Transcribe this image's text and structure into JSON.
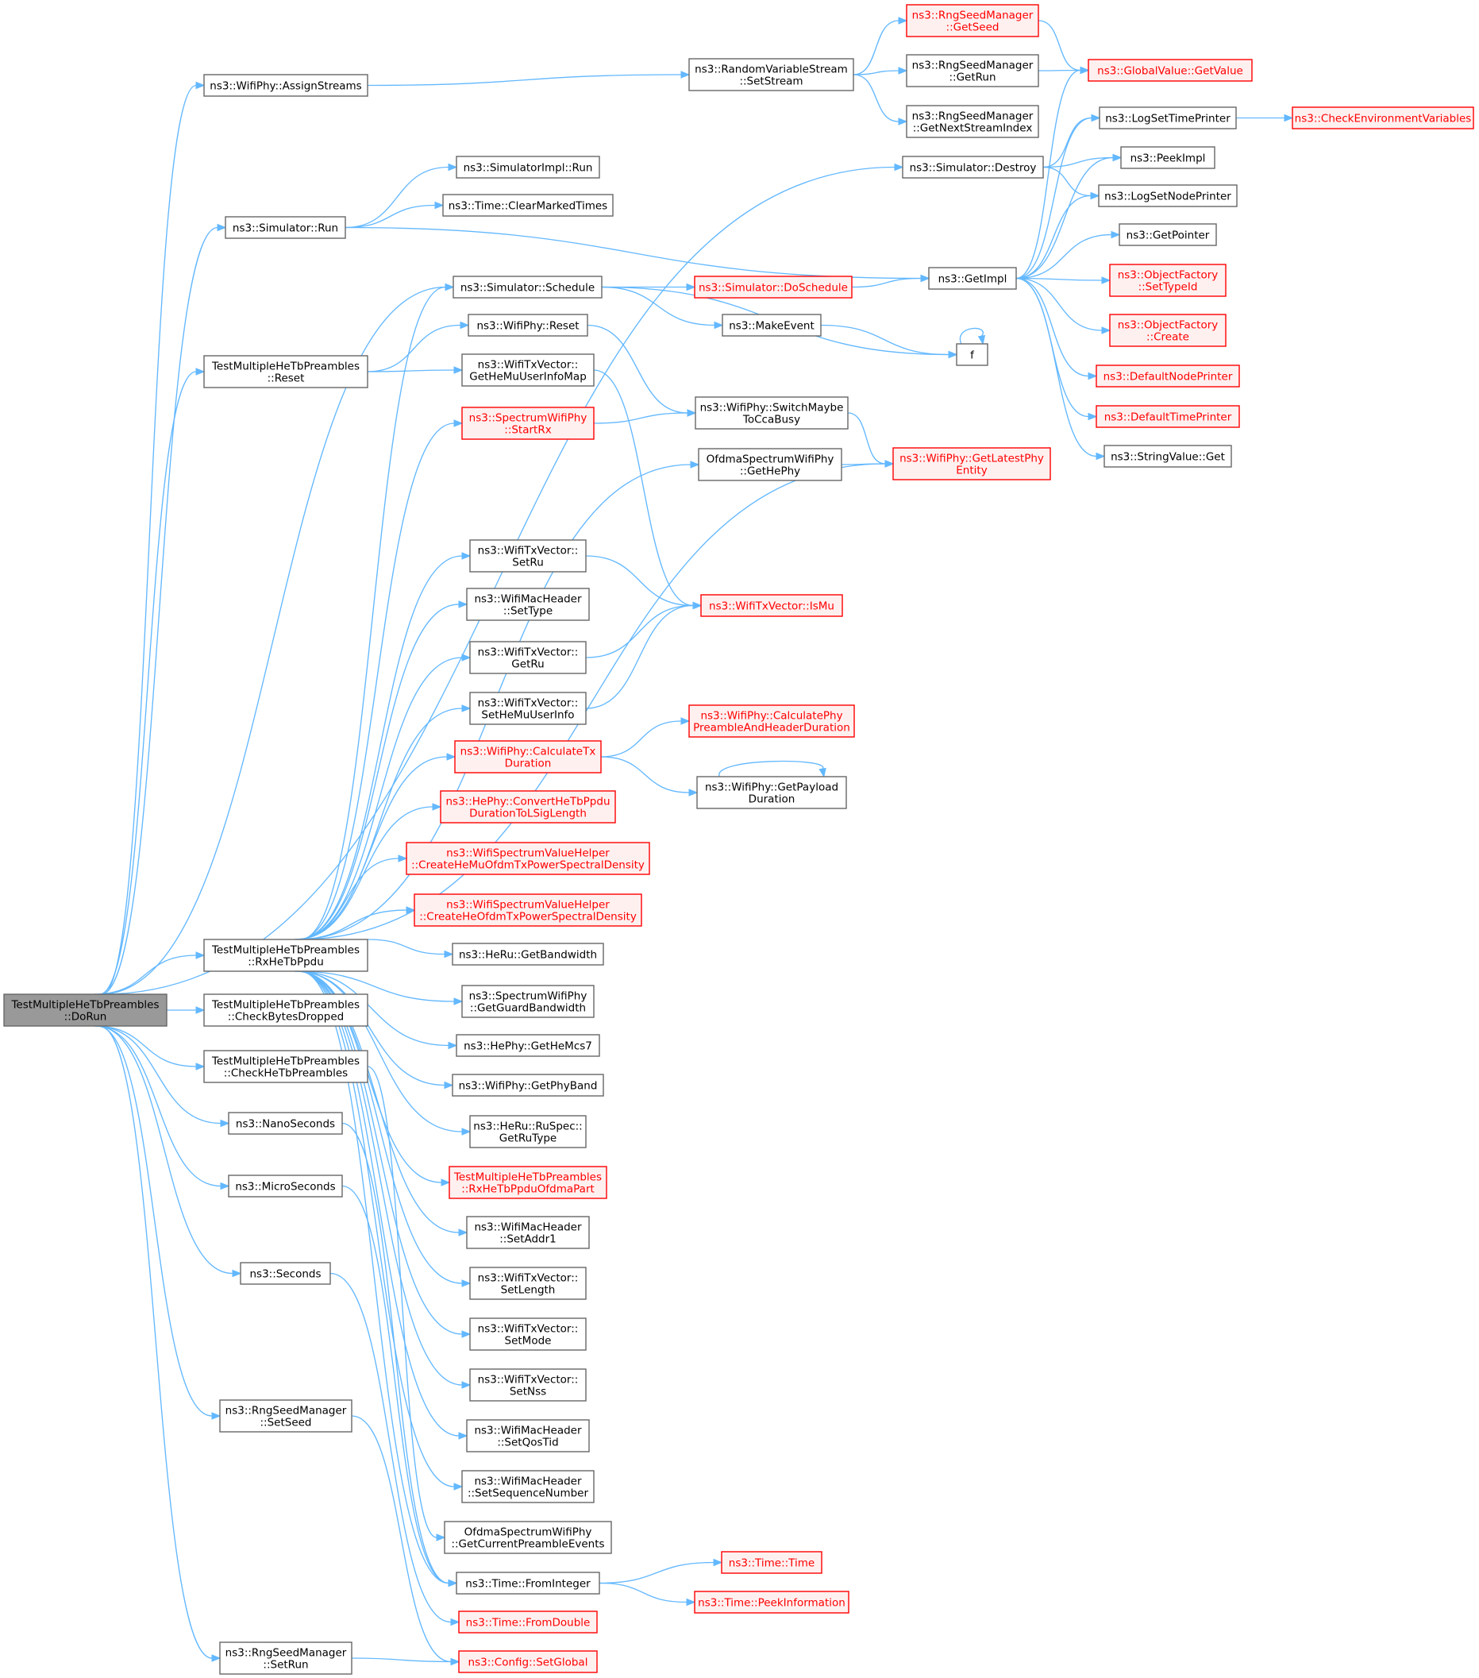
{
  "nodes": [
    {
      "id": "root",
      "lines": [
        "TestMultipleHeTbPreambles",
        "::DoRun"
      ],
      "style": "root"
    },
    {
      "id": "assignStreams",
      "lines": [
        "ns3::WifiPhy::AssignStreams"
      ],
      "style": "plain"
    },
    {
      "id": "simRun",
      "lines": [
        "ns3::Simulator::Run"
      ],
      "style": "plain"
    },
    {
      "id": "tmReset",
      "lines": [
        "TestMultipleHeTbPreambles",
        "::Reset"
      ],
      "style": "plain"
    },
    {
      "id": "rxHeTbPpdu",
      "lines": [
        "TestMultipleHeTbPreambles",
        "::RxHeTbPpdu"
      ],
      "style": "plain"
    },
    {
      "id": "checkBytesDropped",
      "lines": [
        "TestMultipleHeTbPreambles",
        "::CheckBytesDropped"
      ],
      "style": "plain"
    },
    {
      "id": "checkHeTbPreambles",
      "lines": [
        "TestMultipleHeTbPreambles",
        "::CheckHeTbPreambles"
      ],
      "style": "plain"
    },
    {
      "id": "nanoSeconds",
      "lines": [
        "ns3::NanoSeconds"
      ],
      "style": "plain"
    },
    {
      "id": "microSeconds",
      "lines": [
        "ns3::MicroSeconds"
      ],
      "style": "plain"
    },
    {
      "id": "seconds",
      "lines": [
        "ns3::Seconds"
      ],
      "style": "plain"
    },
    {
      "id": "rngSetSeed",
      "lines": [
        "ns3::RngSeedManager",
        "::SetSeed"
      ],
      "style": "plain"
    },
    {
      "id": "rngSetRun",
      "lines": [
        "ns3::RngSeedManager",
        "::SetRun"
      ],
      "style": "plain"
    },
    {
      "id": "simImplRun",
      "lines": [
        "ns3::SimulatorImpl::Run"
      ],
      "style": "plain"
    },
    {
      "id": "clearMarkedTimes",
      "lines": [
        "ns3::Time::ClearMarkedTimes"
      ],
      "style": "plain"
    },
    {
      "id": "schedule",
      "lines": [
        "ns3::Simulator::Schedule"
      ],
      "style": "plain"
    },
    {
      "id": "wifiPhyReset",
      "lines": [
        "ns3::WifiPhy::Reset"
      ],
      "style": "plain"
    },
    {
      "id": "getHeMuUserInfoMap",
      "lines": [
        "ns3::WifiTxVector::",
        "GetHeMuUserInfoMap"
      ],
      "style": "plain"
    },
    {
      "id": "startRx",
      "lines": [
        "ns3::SpectrumWifiPhy",
        "::StartRx"
      ],
      "style": "trunc"
    },
    {
      "id": "ofdmaGetHePhy",
      "lines": [
        "OfdmaSpectrumWifiPhy",
        "::GetHePhy"
      ],
      "style": "plain"
    },
    {
      "id": "setRu",
      "lines": [
        "ns3::WifiTxVector::",
        "SetRu"
      ],
      "style": "plain"
    },
    {
      "id": "setType",
      "lines": [
        "ns3::WifiMacHeader",
        "::SetType"
      ],
      "style": "plain"
    },
    {
      "id": "getRu",
      "lines": [
        "ns3::WifiTxVector::",
        "GetRu"
      ],
      "style": "plain"
    },
    {
      "id": "setHeMuUserInfo",
      "lines": [
        "ns3::WifiTxVector::",
        "SetHeMuUserInfo"
      ],
      "style": "plain"
    },
    {
      "id": "calcTxDuration",
      "lines": [
        "ns3::WifiPhy::CalculateTx",
        "Duration"
      ],
      "style": "trunc"
    },
    {
      "id": "convertHeTbPpdu",
      "lines": [
        "ns3::HePhy::ConvertHeTbPpdu",
        "DurationToLSigLength"
      ],
      "style": "trunc"
    },
    {
      "id": "createHeMuOfdm",
      "lines": [
        "ns3::WifiSpectrumValueHelper",
        "::CreateHeMuOfdmTxPowerSpectralDensity"
      ],
      "style": "trunc"
    },
    {
      "id": "createHeOfdm",
      "lines": [
        "ns3::WifiSpectrumValueHelper",
        "::CreateHeOfdmTxPowerSpectralDensity"
      ],
      "style": "trunc"
    },
    {
      "id": "heRuGetBandwidth",
      "lines": [
        "ns3::HeRu::GetBandwidth"
      ],
      "style": "plain"
    },
    {
      "id": "getGuardBandwidth",
      "lines": [
        "ns3::SpectrumWifiPhy",
        "::GetGuardBandwidth"
      ],
      "style": "plain"
    },
    {
      "id": "getHeMcs7",
      "lines": [
        "ns3::HePhy::GetHeMcs7"
      ],
      "style": "plain"
    },
    {
      "id": "getPhyBand",
      "lines": [
        "ns3::WifiPhy::GetPhyBand"
      ],
      "style": "plain"
    },
    {
      "id": "getRuType",
      "lines": [
        "ns3::HeRu::RuSpec::",
        "GetRuType"
      ],
      "style": "plain"
    },
    {
      "id": "rxOfdmaPart",
      "lines": [
        "TestMultipleHeTbPreambles",
        "::RxHeTbPpduOfdmaPart"
      ],
      "style": "trunc"
    },
    {
      "id": "setAddr1",
      "lines": [
        "ns3::WifiMacHeader",
        "::SetAddr1"
      ],
      "style": "plain"
    },
    {
      "id": "setLength",
      "lines": [
        "ns3::WifiTxVector::",
        "SetLength"
      ],
      "style": "plain"
    },
    {
      "id": "setMode",
      "lines": [
        "ns3::WifiTxVector::",
        "SetMode"
      ],
      "style": "plain"
    },
    {
      "id": "setNss",
      "lines": [
        "ns3::WifiTxVector::",
        "SetNss"
      ],
      "style": "plain"
    },
    {
      "id": "setQosTid",
      "lines": [
        "ns3::WifiMacHeader",
        "::SetQosTid"
      ],
      "style": "plain"
    },
    {
      "id": "setSeqNum",
      "lines": [
        "ns3::WifiMacHeader",
        "::SetSequenceNumber"
      ],
      "style": "plain"
    },
    {
      "id": "getPreambleEvents",
      "lines": [
        "OfdmaSpectrumWifiPhy",
        "::GetCurrentPreambleEvents"
      ],
      "style": "plain"
    },
    {
      "id": "fromInteger",
      "lines": [
        "ns3::Time::FromInteger"
      ],
      "style": "plain"
    },
    {
      "id": "fromDouble",
      "lines": [
        "ns3::Time::FromDouble"
      ],
      "style": "trunc"
    },
    {
      "id": "configSetGlobal",
      "lines": [
        "ns3::Config::SetGlobal"
      ],
      "style": "trunc"
    },
    {
      "id": "rvsSetStream",
      "lines": [
        "ns3::RandomVariableStream",
        "::SetStream"
      ],
      "style": "plain"
    },
    {
      "id": "simDestroy",
      "lines": [
        "ns3::Simulator::Destroy"
      ],
      "style": "plain"
    },
    {
      "id": "getImpl",
      "lines": [
        "ns3::GetImpl"
      ],
      "style": "plain"
    },
    {
      "id": "doSchedule",
      "lines": [
        "ns3::Simulator::DoSchedule"
      ],
      "style": "trunc"
    },
    {
      "id": "makeEvent",
      "lines": [
        "ns3::MakeEvent"
      ],
      "style": "plain"
    },
    {
      "id": "f",
      "lines": [
        "f"
      ],
      "style": "plain"
    },
    {
      "id": "switchMaybe",
      "lines": [
        "ns3::WifiPhy::SwitchMaybe",
        "ToCcaBusy"
      ],
      "style": "plain"
    },
    {
      "id": "getLatestPhyEntity",
      "lines": [
        "ns3::WifiPhy::GetLatestPhy",
        "Entity"
      ],
      "style": "trunc"
    },
    {
      "id": "isMu",
      "lines": [
        "ns3::WifiTxVector::IsMu"
      ],
      "style": "trunc"
    },
    {
      "id": "calcPhyPreamble",
      "lines": [
        "ns3::WifiPhy::CalculatePhy",
        "PreambleAndHeaderDuration"
      ],
      "style": "trunc"
    },
    {
      "id": "getPayloadDuration",
      "lines": [
        "ns3::WifiPhy::GetPayload",
        "Duration"
      ],
      "style": "plain"
    },
    {
      "id": "timeTime",
      "lines": [
        "ns3::Time::Time"
      ],
      "style": "trunc"
    },
    {
      "id": "peekInformation",
      "lines": [
        "ns3::Time::PeekInformation"
      ],
      "style": "trunc"
    },
    {
      "id": "rngGetSeed",
      "lines": [
        "ns3::RngSeedManager",
        "::GetSeed"
      ],
      "style": "trunc"
    },
    {
      "id": "rngGetRun",
      "lines": [
        "ns3::RngSeedManager",
        "::GetRun"
      ],
      "style": "plain"
    },
    {
      "id": "rngGetNextStreamIndex",
      "lines": [
        "ns3::RngSeedManager",
        "::GetNextStreamIndex"
      ],
      "style": "plain"
    },
    {
      "id": "globalValueGetValue",
      "lines": [
        "ns3::GlobalValue::GetValue"
      ],
      "style": "trunc"
    },
    {
      "id": "logSetTimePrinter",
      "lines": [
        "ns3::LogSetTimePrinter"
      ],
      "style": "plain"
    },
    {
      "id": "peekImpl",
      "lines": [
        "ns3::PeekImpl"
      ],
      "style": "plain"
    },
    {
      "id": "logSetNodePrinter",
      "lines": [
        "ns3::LogSetNodePrinter"
      ],
      "style": "plain"
    },
    {
      "id": "getPointer",
      "lines": [
        "ns3::GetPointer"
      ],
      "style": "plain"
    },
    {
      "id": "ofSetTypeId",
      "lines": [
        "ns3::ObjectFactory",
        "::SetTypeId"
      ],
      "style": "trunc"
    },
    {
      "id": "ofCreate",
      "lines": [
        "ns3::ObjectFactory",
        "::Create"
      ],
      "style": "trunc"
    },
    {
      "id": "defaultNodePrinter",
      "lines": [
        "ns3::DefaultNodePrinter"
      ],
      "style": "trunc"
    },
    {
      "id": "defaultTimePrinter",
      "lines": [
        "ns3::DefaultTimePrinter"
      ],
      "style": "trunc"
    },
    {
      "id": "stringValueGet",
      "lines": [
        "ns3::StringValue::Get"
      ],
      "style": "plain"
    },
    {
      "id": "checkEnvVars",
      "lines": [
        "ns3::CheckEnvironmentVariables"
      ],
      "style": "trunc"
    }
  ],
  "edges": [
    [
      "root",
      "assignStreams"
    ],
    [
      "root",
      "simRun"
    ],
    [
      "root",
      "schedule"
    ],
    [
      "root",
      "simDestroy"
    ],
    [
      "root",
      "tmReset"
    ],
    [
      "root",
      "rxHeTbPpdu"
    ],
    [
      "root",
      "checkBytesDropped"
    ],
    [
      "root",
      "checkHeTbPreambles"
    ],
    [
      "root",
      "nanoSeconds"
    ],
    [
      "root",
      "microSeconds"
    ],
    [
      "root",
      "seconds"
    ],
    [
      "root",
      "rngSetSeed"
    ],
    [
      "root",
      "rngSetRun"
    ],
    [
      "assignStreams",
      "rvsSetStream"
    ],
    [
      "rvsSetStream",
      "rngGetSeed"
    ],
    [
      "rvsSetStream",
      "rngGetRun"
    ],
    [
      "rvsSetStream",
      "rngGetNextStreamIndex"
    ],
    [
      "rngGetSeed",
      "globalValueGetValue"
    ],
    [
      "rngGetRun",
      "globalValueGetValue"
    ],
    [
      "simRun",
      "simImplRun"
    ],
    [
      "simRun",
      "clearMarkedTimes"
    ],
    [
      "simRun",
      "getImpl"
    ],
    [
      "simDestroy",
      "logSetTimePrinter"
    ],
    [
      "simDestroy",
      "peekImpl"
    ],
    [
      "simDestroy",
      "logSetNodePrinter"
    ],
    [
      "getImpl",
      "globalValueGetValue"
    ],
    [
      "getImpl",
      "logSetTimePrinter"
    ],
    [
      "getImpl",
      "peekImpl"
    ],
    [
      "getImpl",
      "logSetNodePrinter"
    ],
    [
      "getImpl",
      "getPointer"
    ],
    [
      "getImpl",
      "ofSetTypeId"
    ],
    [
      "getImpl",
      "ofCreate"
    ],
    [
      "getImpl",
      "defaultNodePrinter"
    ],
    [
      "getImpl",
      "defaultTimePrinter"
    ],
    [
      "getImpl",
      "stringValueGet"
    ],
    [
      "logSetTimePrinter",
      "checkEnvVars"
    ],
    [
      "schedule",
      "doSchedule"
    ],
    [
      "schedule",
      "makeEvent"
    ],
    [
      "schedule",
      "f"
    ],
    [
      "doSchedule",
      "getImpl"
    ],
    [
      "makeEvent",
      "f"
    ],
    [
      "f",
      "f"
    ],
    [
      "tmReset",
      "wifiPhyReset"
    ],
    [
      "tmReset",
      "getHeMuUserInfoMap"
    ],
    [
      "wifiPhyReset",
      "switchMaybe"
    ],
    [
      "getHeMuUserInfoMap",
      "isMu"
    ],
    [
      "startRx",
      "switchMaybe"
    ],
    [
      "switchMaybe",
      "getLatestPhyEntity"
    ],
    [
      "ofdmaGetHePhy",
      "getLatestPhyEntity"
    ],
    [
      "setRu",
      "isMu"
    ],
    [
      "getRu",
      "isMu"
    ],
    [
      "setHeMuUserInfo",
      "isMu"
    ],
    [
      "calcTxDuration",
      "calcPhyPreamble"
    ],
    [
      "calcTxDuration",
      "getPayloadDuration"
    ],
    [
      "getPayloadDuration",
      "getPayloadDuration"
    ],
    [
      "rxHeTbPpdu",
      "schedule"
    ],
    [
      "rxHeTbPpdu",
      "startRx"
    ],
    [
      "rxHeTbPpdu",
      "ofdmaGetHePhy"
    ],
    [
      "rxHeTbPpdu",
      "getLatestPhyEntity"
    ],
    [
      "rxHeTbPpdu",
      "setRu"
    ],
    [
      "rxHeTbPpdu",
      "setType"
    ],
    [
      "rxHeTbPpdu",
      "getRu"
    ],
    [
      "rxHeTbPpdu",
      "setHeMuUserInfo"
    ],
    [
      "rxHeTbPpdu",
      "calcTxDuration"
    ],
    [
      "rxHeTbPpdu",
      "convertHeTbPpdu"
    ],
    [
      "rxHeTbPpdu",
      "createHeMuOfdm"
    ],
    [
      "rxHeTbPpdu",
      "createHeOfdm"
    ],
    [
      "rxHeTbPpdu",
      "heRuGetBandwidth"
    ],
    [
      "rxHeTbPpdu",
      "getGuardBandwidth"
    ],
    [
      "rxHeTbPpdu",
      "getHeMcs7"
    ],
    [
      "rxHeTbPpdu",
      "getPhyBand"
    ],
    [
      "rxHeTbPpdu",
      "getRuType"
    ],
    [
      "rxHeTbPpdu",
      "rxOfdmaPart"
    ],
    [
      "rxHeTbPpdu",
      "setAddr1"
    ],
    [
      "rxHeTbPpdu",
      "setLength"
    ],
    [
      "rxHeTbPpdu",
      "setMode"
    ],
    [
      "rxHeTbPpdu",
      "setNss"
    ],
    [
      "rxHeTbPpdu",
      "setQosTid"
    ],
    [
      "rxHeTbPpdu",
      "setSeqNum"
    ],
    [
      "rxHeTbPpdu",
      "fromInteger"
    ],
    [
      "checkHeTbPreambles",
      "getPreambleEvents"
    ],
    [
      "nanoSeconds",
      "fromInteger"
    ],
    [
      "microSeconds",
      "fromInteger"
    ],
    [
      "seconds",
      "fromDouble"
    ],
    [
      "rngSetSeed",
      "configSetGlobal"
    ],
    [
      "rngSetRun",
      "configSetGlobal"
    ],
    [
      "fromInteger",
      "timeTime"
    ],
    [
      "fromInteger",
      "peekInformation"
    ]
  ]
}
